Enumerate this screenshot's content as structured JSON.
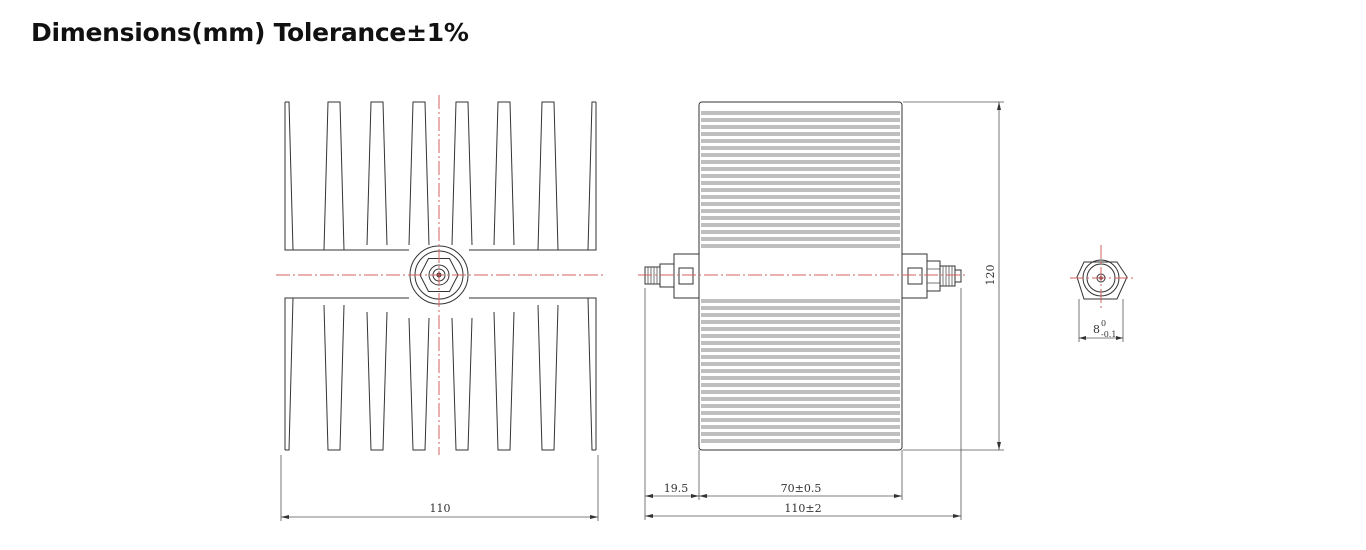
{
  "page": {
    "title": "Dimensions(mm) Tolerance±1%"
  },
  "dimensions": {
    "front_width": "110",
    "connector_length": "19.5",
    "body_length": "70±0.5",
    "total_length": "110±2",
    "height": "120",
    "hex_main": "8",
    "hex_upper": "0",
    "hex_lower": "-0.1"
  },
  "colors": {
    "outline": "#333333",
    "centerline": "#d46060"
  }
}
